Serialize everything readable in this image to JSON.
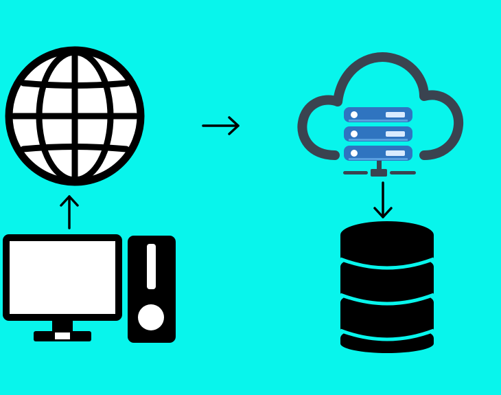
{
  "diagram": {
    "background_color": "#08f5ec",
    "nodes": [
      {
        "id": "globe",
        "icon": "globe-icon"
      },
      {
        "id": "computer",
        "icon": "desktop-computer-icon"
      },
      {
        "id": "cloud-server",
        "icon": "cloud-server-icon"
      },
      {
        "id": "database",
        "icon": "database-icon"
      }
    ],
    "edges": [
      {
        "from": "computer",
        "to": "globe",
        "icon": "arrow-up-icon"
      },
      {
        "from": "globe",
        "to": "cloud-server",
        "icon": "arrow-right-icon"
      },
      {
        "from": "cloud-server",
        "to": "database",
        "icon": "arrow-down-icon"
      }
    ],
    "colors": {
      "icon_dark": "#000000",
      "cloud_outline": "#3a4350",
      "server_blue": "#2f74c0",
      "server_light": "#5aa0e0",
      "screen_white": "#ffffff"
    }
  }
}
